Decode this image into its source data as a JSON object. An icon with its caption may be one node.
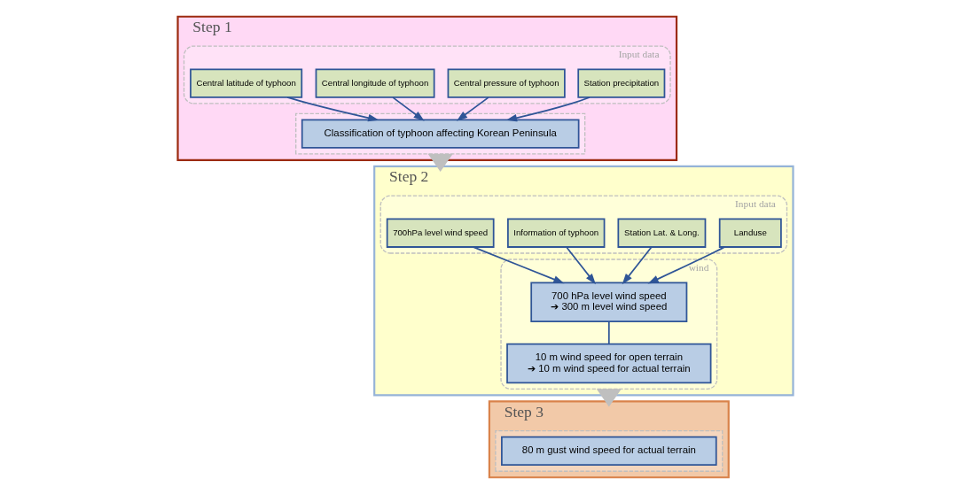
{
  "diagram": {
    "nodes": [
      {
        "text": [
          "Step 1"
        ]
      },
      {
        "text": [
          "Input data"
        ],
        "in": 0
      },
      {
        "text": [
          "Central latitude of typhoon"
        ],
        "in": 1
      },
      {
        "text": [
          "Central longitude of typhoon"
        ],
        "in": 1
      },
      {
        "text": [
          "Central pressure of typhoon"
        ],
        "in": 1
      },
      {
        "text": [
          "Station precipitation"
        ],
        "in": 1
      },
      {
        "text": [],
        "shape": "box",
        "in": 0
      },
      {
        "text": [
          "Classification of typhoon affecting Korean Peninsula"
        ],
        "in": 6
      },
      {
        "text": [
          "Step 2"
        ]
      },
      {
        "text": [
          "Input data"
        ],
        "in": 8
      },
      {
        "text": [
          "700hPa level wind speed"
        ],
        "in": 9
      },
      {
        "text": [
          "Information of typhoon"
        ],
        "in": 9
      },
      {
        "text": [
          "Station Lat. & Long."
        ],
        "in": 9
      },
      {
        "text": [
          "Landuse"
        ],
        "in": 9
      },
      {
        "text": [
          "wind"
        ],
        "in": 8
      },
      {
        "text": [
          "700 hPa level wind speed",
          "➔ 300 m level wind speed"
        ],
        "in": 14
      },
      {
        "text": [
          "10 m wind speed for open terrain",
          "➔ 10 m wind speed for actual terrain"
        ],
        "in": 14
      },
      {
        "text": [
          "Step 3"
        ]
      },
      {
        "text": [],
        "shape": "box",
        "in": 17
      },
      {
        "text": [
          "80 m gust wind speed for actual terrain"
        ],
        "in": 18
      }
    ],
    "edges": [
      {
        "from": 2,
        "to": 7,
        "arrow": "to"
      },
      {
        "from": 3,
        "to": 7,
        "arrow": "to"
      },
      {
        "from": 4,
        "to": 7,
        "arrow": "to"
      },
      {
        "from": 5,
        "to": 7,
        "arrow": "to"
      },
      {
        "from": 0,
        "to": 8,
        "arrow": "to",
        "style": "thick",
        "color": "#bfbfbf"
      },
      {
        "from": 10,
        "to": 15,
        "arrow": "to"
      },
      {
        "from": 11,
        "to": 15,
        "arrow": "to"
      },
      {
        "from": 12,
        "to": 15,
        "arrow": "to"
      },
      {
        "from": 13,
        "to": 15,
        "arrow": "to"
      },
      {
        "from": 15,
        "to": 16,
        "arrow": "none"
      },
      {
        "from": 8,
        "to": 17,
        "arrow": "to",
        "style": "thick",
        "color": "#bfbfbf"
      }
    ]
  }
}
